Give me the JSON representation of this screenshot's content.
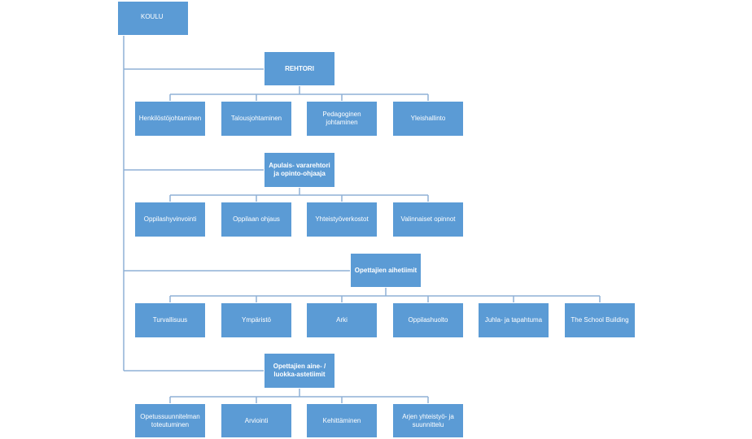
{
  "diagram": {
    "root": "KOULU",
    "groups": [
      {
        "head": "REHTORI",
        "children": [
          "Henkilöstöjohtaminen",
          "Talousjohtaminen",
          "Pedagoginen johtaminen",
          "Yleishallinto"
        ]
      },
      {
        "head": "Apulais- vararehtori ja opinto-ohjaaja",
        "children": [
          "Oppilashyvinvointi",
          "Oppilaan ohjaus",
          "Yhteistyöverkostot",
          "Valinnaiset opinnot"
        ]
      },
      {
        "head": "Opettajien aihetiimit",
        "children": [
          "Turvallisuus",
          "Ympäristö",
          "Arki",
          "Oppilashuolto",
          "Juhla- ja tapahtuma",
          "The School Building"
        ]
      },
      {
        "head": "Opettajien aine- / luokka-astetiimit",
        "children": [
          "Opetussuunnitelman toteutuminen",
          "Arviointi",
          "Kehittäminen",
          "Arjen yhteistyö- ja suunnittelu"
        ]
      }
    ],
    "colors": {
      "box": "#5b9bd5",
      "connector": "#8fb0d6",
      "text": "#ffffff"
    }
  }
}
